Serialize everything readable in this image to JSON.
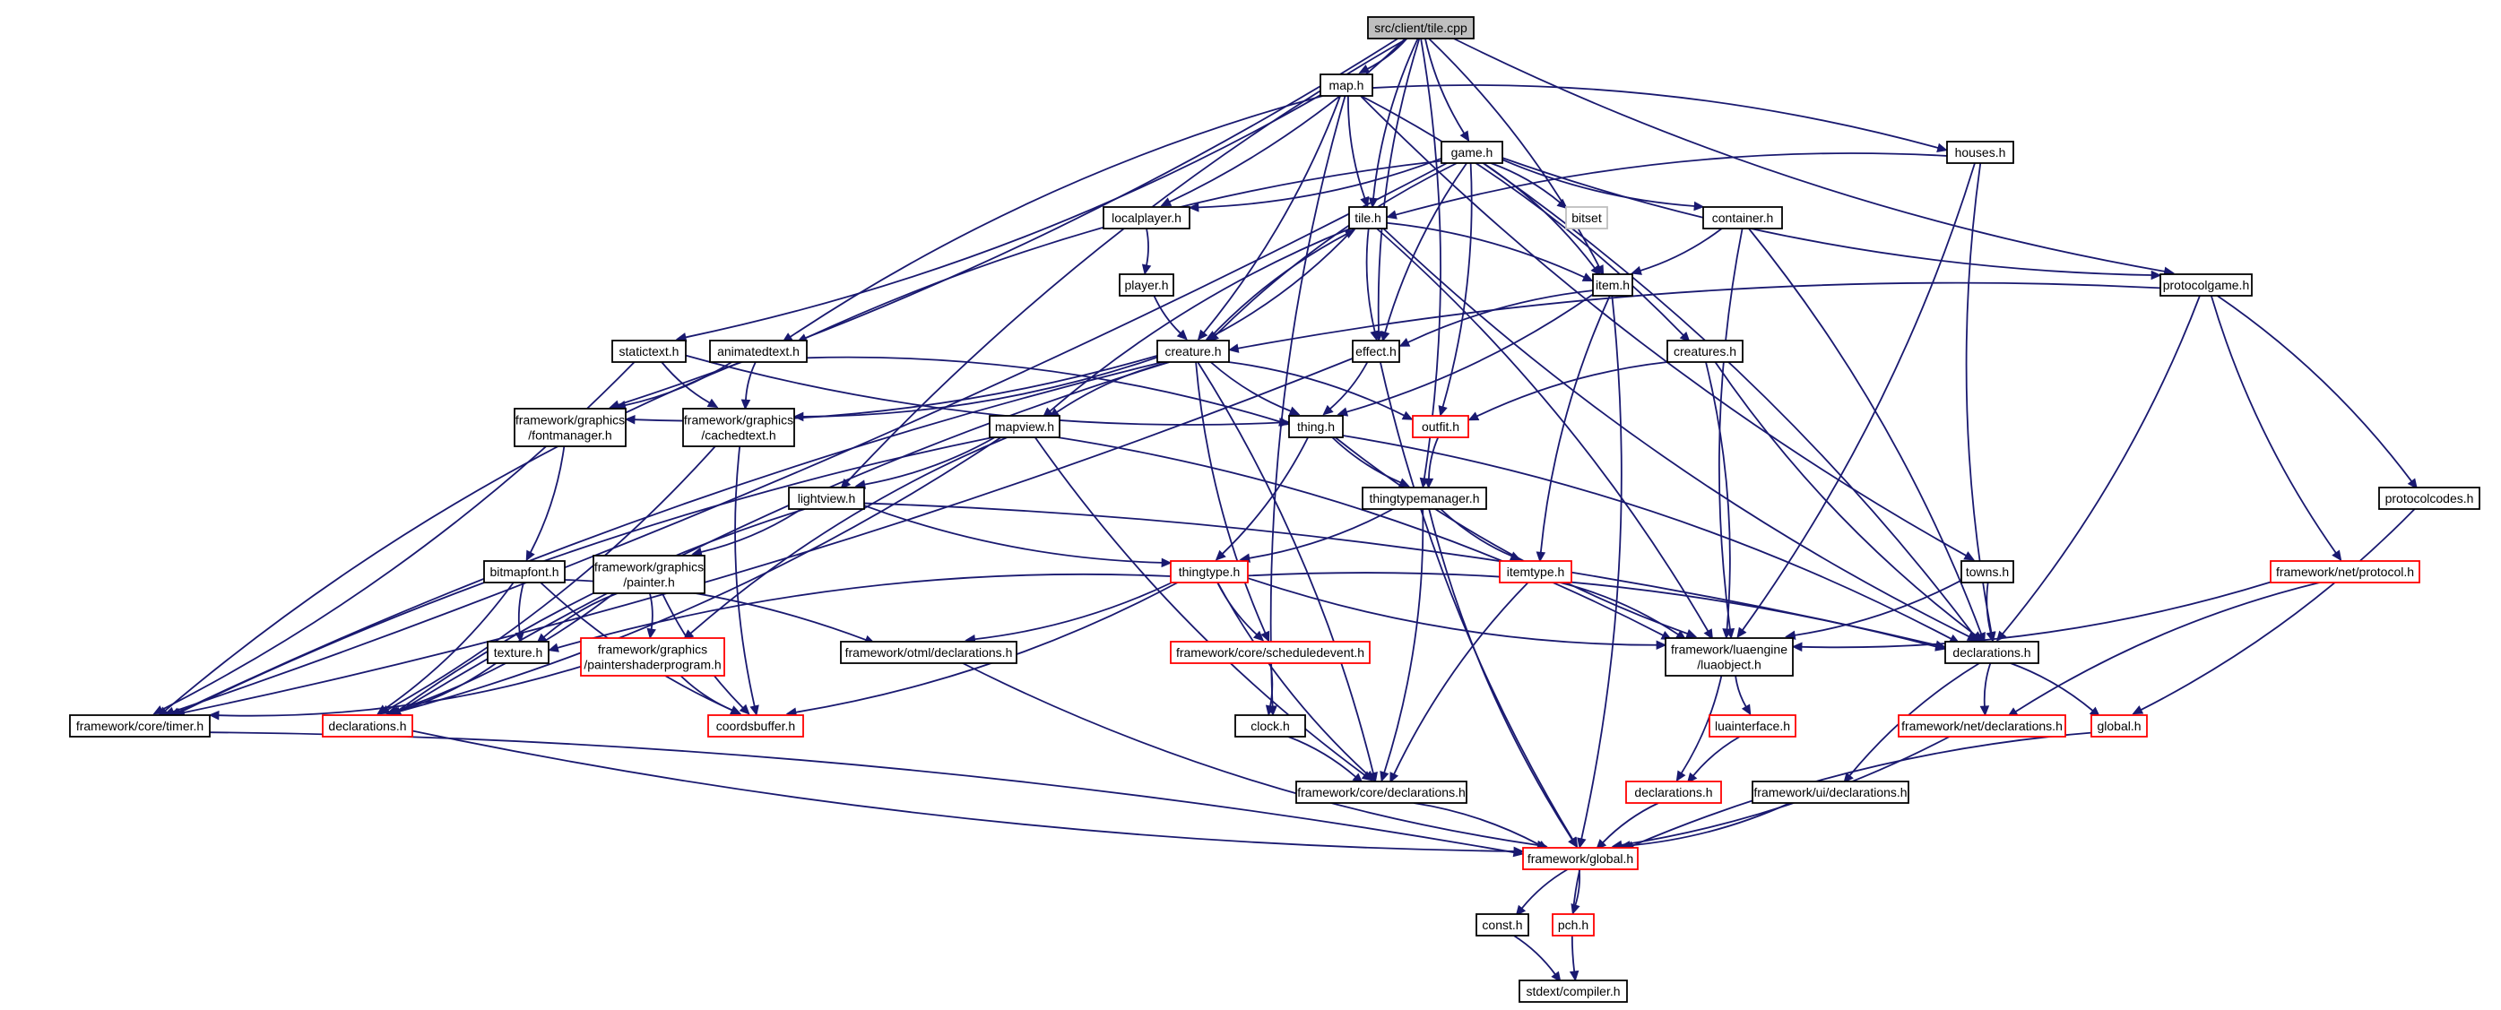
{
  "graph": {
    "root": "src/client/tile.cpp",
    "edge_color": "#191970",
    "nodes": [
      {
        "id": "root",
        "label": "src/client/tile.cpp",
        "style": "root"
      },
      {
        "id": "maph",
        "label": "map.h",
        "style": "black"
      },
      {
        "id": "gameh",
        "label": "game.h",
        "style": "black"
      },
      {
        "id": "housesh",
        "label": "houses.h",
        "style": "black"
      },
      {
        "id": "localplayerh",
        "label": "localplayer.h",
        "style": "black"
      },
      {
        "id": "tileh",
        "label": "tile.h",
        "style": "black"
      },
      {
        "id": "bitset",
        "label": "bitset",
        "style": "grey"
      },
      {
        "id": "containerh",
        "label": "container.h",
        "style": "black"
      },
      {
        "id": "playerh",
        "label": "player.h",
        "style": "black"
      },
      {
        "id": "itemh",
        "label": "item.h",
        "style": "black"
      },
      {
        "id": "protocolgameh",
        "label": "protocolgame.h",
        "style": "black"
      },
      {
        "id": "statictexth",
        "label": "statictext.h",
        "style": "black"
      },
      {
        "id": "animatedtexth",
        "label": "animatedtext.h",
        "style": "black"
      },
      {
        "id": "creatureh",
        "label": "creature.h",
        "style": "black"
      },
      {
        "id": "effecth",
        "label": "effect.h",
        "style": "black"
      },
      {
        "id": "creaturesh",
        "label": "creatures.h",
        "style": "black"
      },
      {
        "id": "fontmanagerh",
        "label": "framework/graphics\n/fontmanager.h",
        "style": "black"
      },
      {
        "id": "cachedtexth",
        "label": "framework/graphics\n/cachedtext.h",
        "style": "black"
      },
      {
        "id": "thingh",
        "label": "thing.h",
        "style": "black"
      },
      {
        "id": "outfith",
        "label": "outfit.h",
        "style": "red"
      },
      {
        "id": "mapviewh",
        "label": "mapview.h",
        "style": "black"
      },
      {
        "id": "lightviewh",
        "label": "lightview.h",
        "style": "black"
      },
      {
        "id": "thingtypemanagerh",
        "label": "thingtypemanager.h",
        "style": "black"
      },
      {
        "id": "protocolcodesh",
        "label": "protocolcodes.h",
        "style": "black"
      },
      {
        "id": "bitmapfonth",
        "label": "bitmapfont.h",
        "style": "black"
      },
      {
        "id": "painterh",
        "label": "framework/graphics\n/painter.h",
        "style": "black"
      },
      {
        "id": "thingtypeh",
        "label": "thingtype.h",
        "style": "red"
      },
      {
        "id": "itemtypeh",
        "label": "itemtype.h",
        "style": "red"
      },
      {
        "id": "townsh",
        "label": "towns.h",
        "style": "black"
      },
      {
        "id": "fwprotocolh",
        "label": "framework/net/protocol.h",
        "style": "red"
      },
      {
        "id": "textureh",
        "label": "texture.h",
        "style": "black"
      },
      {
        "id": "paintershaderh",
        "label": "framework/graphics\n/paintershaderprogram.h",
        "style": "red"
      },
      {
        "id": "otmldeclh",
        "label": "framework/otml/declarations.h",
        "style": "black"
      },
      {
        "id": "scheduledeventh",
        "label": "framework/core/scheduledevent.h",
        "style": "red"
      },
      {
        "id": "luaobjecth",
        "label": "framework/luaengine\n/luaobject.h",
        "style": "black"
      },
      {
        "id": "declh",
        "label": "declarations.h",
        "style": "black"
      },
      {
        "id": "timerh",
        "label": "framework/core/timer.h",
        "style": "black"
      },
      {
        "id": "decl2h",
        "label": "declarations.h",
        "style": "red"
      },
      {
        "id": "coordsbufferh",
        "label": "coordsbuffer.h",
        "style": "red"
      },
      {
        "id": "clockh",
        "label": "clock.h",
        "style": "black"
      },
      {
        "id": "luainterfaceh",
        "label": "luainterface.h",
        "style": "red"
      },
      {
        "id": "netdeclh",
        "label": "framework/net/declarations.h",
        "style": "red"
      },
      {
        "id": "globalh",
        "label": "global.h",
        "style": "red"
      },
      {
        "id": "coredeclh",
        "label": "framework/core/declarations.h",
        "style": "black"
      },
      {
        "id": "decl3h",
        "label": "declarations.h",
        "style": "red"
      },
      {
        "id": "uideclh",
        "label": "framework/ui/declarations.h",
        "style": "black"
      },
      {
        "id": "fwglobalh",
        "label": "framework/global.h",
        "style": "red"
      },
      {
        "id": "consth",
        "label": "const.h",
        "style": "black"
      },
      {
        "id": "pchh",
        "label": "pch.h",
        "style": "red"
      },
      {
        "id": "compilerh",
        "label": "stdext/compiler.h",
        "style": "black"
      }
    ],
    "edges": [
      [
        "root",
        "maph"
      ],
      [
        "root",
        "gameh"
      ],
      [
        "root",
        "localplayerh"
      ],
      [
        "root",
        "tileh"
      ],
      [
        "root",
        "itemh"
      ],
      [
        "root",
        "effecth"
      ],
      [
        "root",
        "fontmanagerh"
      ],
      [
        "root",
        "lightviewh"
      ],
      [
        "root",
        "thingtypemanagerh"
      ],
      [
        "root",
        "protocolgameh"
      ],
      [
        "maph",
        "housesh"
      ],
      [
        "maph",
        "tileh"
      ],
      [
        "maph",
        "creaturesh"
      ],
      [
        "maph",
        "townsh"
      ],
      [
        "maph",
        "statictexth"
      ],
      [
        "maph",
        "animatedtexth"
      ],
      [
        "maph",
        "creatureh"
      ],
      [
        "maph",
        "clockh"
      ],
      [
        "gameh",
        "bitset"
      ],
      [
        "gameh",
        "containerh"
      ],
      [
        "gameh",
        "localplayerh"
      ],
      [
        "gameh",
        "creatureh"
      ],
      [
        "gameh",
        "itemh"
      ],
      [
        "gameh",
        "effecth"
      ],
      [
        "gameh",
        "outfith"
      ],
      [
        "gameh",
        "protocolgameh"
      ],
      [
        "gameh",
        "declh"
      ],
      [
        "gameh",
        "animatedtexth"
      ],
      [
        "gameh",
        "timerh"
      ],
      [
        "housesh",
        "tileh"
      ],
      [
        "housesh",
        "luaobjecth"
      ],
      [
        "housesh",
        "declh"
      ],
      [
        "localplayerh",
        "playerh"
      ],
      [
        "playerh",
        "creatureh"
      ],
      [
        "tileh",
        "itemh"
      ],
      [
        "tileh",
        "effecth"
      ],
      [
        "tileh",
        "creatureh"
      ],
      [
        "tileh",
        "mapviewh"
      ],
      [
        "tileh",
        "luaobjecth"
      ],
      [
        "tileh",
        "declh"
      ],
      [
        "containerh",
        "itemh"
      ],
      [
        "containerh",
        "luaobjecth"
      ],
      [
        "containerh",
        "declh"
      ],
      [
        "itemh",
        "effecth"
      ],
      [
        "itemh",
        "thingh"
      ],
      [
        "itemh",
        "itemtypeh"
      ],
      [
        "itemh",
        "fwglobalh"
      ],
      [
        "protocolgameh",
        "creatureh"
      ],
      [
        "protocolgameh",
        "protocolcodesh"
      ],
      [
        "protocolgameh",
        "fwprotocolh"
      ],
      [
        "protocolgameh",
        "declh"
      ],
      [
        "statictexth",
        "cachedtexth"
      ],
      [
        "statictexth",
        "timerh"
      ],
      [
        "statictexth",
        "thingh"
      ],
      [
        "animatedtexth",
        "fontmanagerh"
      ],
      [
        "animatedtexth",
        "cachedtexth"
      ],
      [
        "animatedtexth",
        "thingh"
      ],
      [
        "animatedtexth",
        "timerh"
      ],
      [
        "creatureh",
        "tileh"
      ],
      [
        "creatureh",
        "thingh"
      ],
      [
        "creatureh",
        "outfith"
      ],
      [
        "creatureh",
        "mapviewh"
      ],
      [
        "creatureh",
        "cachedtexth"
      ],
      [
        "creatureh",
        "scheduledeventh"
      ],
      [
        "creatureh",
        "coredeclh"
      ],
      [
        "creatureh",
        "timerh"
      ],
      [
        "creatureh",
        "fontmanagerh"
      ],
      [
        "creatureh",
        "decl2h"
      ],
      [
        "effecth",
        "thingh"
      ],
      [
        "effecth",
        "fwglobalh"
      ],
      [
        "effecth",
        "timerh"
      ],
      [
        "creaturesh",
        "outfith"
      ],
      [
        "creaturesh",
        "luaobjecth"
      ],
      [
        "creaturesh",
        "declh"
      ],
      [
        "fontmanagerh",
        "bitmapfonth"
      ],
      [
        "cachedtexth",
        "coordsbufferh"
      ],
      [
        "cachedtexth",
        "decl2h"
      ],
      [
        "thingh",
        "thingtypemanagerh"
      ],
      [
        "thingh",
        "thingtypeh"
      ],
      [
        "thingh",
        "luaobjecth"
      ],
      [
        "thingh",
        "declh"
      ],
      [
        "outfith",
        "thingtypemanagerh"
      ],
      [
        "mapviewh",
        "lightviewh"
      ],
      [
        "mapviewh",
        "paintershaderh"
      ],
      [
        "mapviewh",
        "luaobjecth"
      ],
      [
        "mapviewh",
        "coredeclh"
      ],
      [
        "mapviewh",
        "decl2h"
      ],
      [
        "mapviewh",
        "timerh"
      ],
      [
        "lightviewh",
        "painterh"
      ],
      [
        "lightviewh",
        "thingtypeh"
      ],
      [
        "lightviewh",
        "declh"
      ],
      [
        "lightviewh",
        "decl2h"
      ],
      [
        "thingtypemanagerh",
        "thingtypeh"
      ],
      [
        "thingtypemanagerh",
        "itemtypeh"
      ],
      [
        "thingtypemanagerh",
        "coredeclh"
      ],
      [
        "thingtypemanagerh",
        "fwglobalh"
      ],
      [
        "protocolcodesh",
        "globalh"
      ],
      [
        "bitmapfonth",
        "textureh"
      ],
      [
        "bitmapfonth",
        "otmldeclh"
      ],
      [
        "bitmapfonth",
        "coordsbufferh"
      ],
      [
        "bitmapfonth",
        "decl2h"
      ],
      [
        "painterh",
        "textureh"
      ],
      [
        "painterh",
        "paintershaderh"
      ],
      [
        "painterh",
        "coordsbufferh"
      ],
      [
        "painterh",
        "decl2h"
      ],
      [
        "thingtypeh",
        "textureh"
      ],
      [
        "thingtypeh",
        "otmldeclh"
      ],
      [
        "thingtypeh",
        "scheduledeventh"
      ],
      [
        "thingtypeh",
        "coordsbufferh"
      ],
      [
        "thingtypeh",
        "luaobjecth"
      ],
      [
        "thingtypeh",
        "declh"
      ],
      [
        "thingtypeh",
        "coredeclh"
      ],
      [
        "itemtypeh",
        "luaobjecth"
      ],
      [
        "itemtypeh",
        "coredeclh"
      ],
      [
        "townsh",
        "luaobjecth"
      ],
      [
        "townsh",
        "declh"
      ],
      [
        "fwprotocolh",
        "luaobjecth"
      ],
      [
        "fwprotocolh",
        "netdeclh"
      ],
      [
        "textureh",
        "decl2h"
      ],
      [
        "paintershaderh",
        "coordsbufferh"
      ],
      [
        "paintershaderh",
        "timerh"
      ],
      [
        "otmldeclh",
        "fwglobalh"
      ],
      [
        "scheduledeventh",
        "clockh"
      ],
      [
        "luaobjecth",
        "luainterfaceh"
      ],
      [
        "luaobjecth",
        "decl3h"
      ],
      [
        "declh",
        "netdeclh"
      ],
      [
        "declh",
        "globalh"
      ],
      [
        "declh",
        "uideclh"
      ],
      [
        "timerh",
        "fwglobalh"
      ],
      [
        "decl2h",
        "fwglobalh"
      ],
      [
        "clockh",
        "coredeclh"
      ],
      [
        "luainterfaceh",
        "decl3h"
      ],
      [
        "netdeclh",
        "fwglobalh"
      ],
      [
        "globalh",
        "fwglobalh"
      ],
      [
        "coredeclh",
        "fwglobalh"
      ],
      [
        "decl3h",
        "fwglobalh"
      ],
      [
        "uideclh",
        "fwglobalh"
      ],
      [
        "fwglobalh",
        "consth"
      ],
      [
        "fwglobalh",
        "pchh"
      ],
      [
        "fwglobalh",
        "compilerh"
      ],
      [
        "consth",
        "compilerh"
      ]
    ]
  }
}
